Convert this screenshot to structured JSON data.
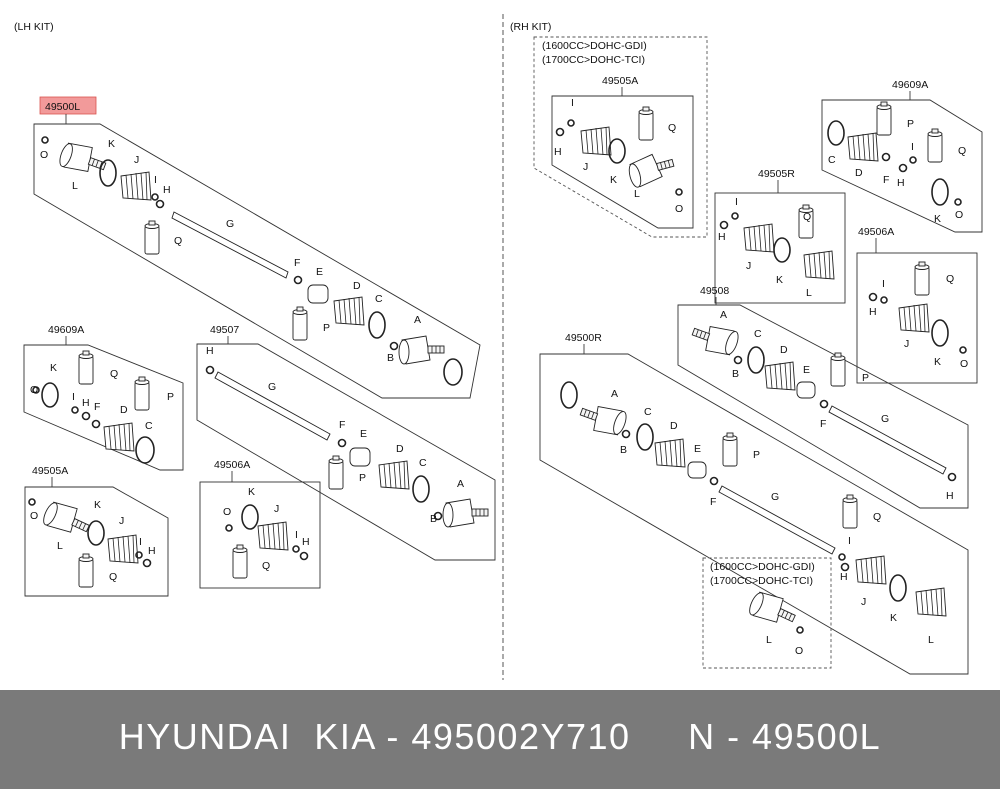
{
  "kits": {
    "lh": "(LH KIT)",
    "rh": "(RH KIT)"
  },
  "highlight": {
    "fill": "#f29a9a",
    "border": "#d9534f"
  },
  "assemblies": {
    "main_lh": "49500L",
    "lh_49609a": "49609A",
    "lh_49505a": "49505A",
    "lh_49507": "49507",
    "lh_49506a": "49506A",
    "rh_49505a": "49505A",
    "rh_49609a": "49609A",
    "rh_49505r": "49505R",
    "rh_49506a": "49506A",
    "rh_49508": "49508",
    "main_rh": "49500R"
  },
  "notes": {
    "engine_1": "(1600CC>DOHC-GDI)",
    "engine_2": "(1700CC>DOHC-TCI)"
  },
  "part_letters": {
    "A": "A",
    "B": "B",
    "C": "C",
    "D": "D",
    "E": "E",
    "F": "F",
    "G": "G",
    "H": "H",
    "I": "I",
    "J": "J",
    "K": "K",
    "L": "L",
    "O": "O",
    "P": "P",
    "Q": "Q"
  },
  "footer": {
    "text": "HYUNDAI  KIA - 495002Y710     N - 49500L",
    "background": "#7a7a7a",
    "color": "#ffffff"
  }
}
